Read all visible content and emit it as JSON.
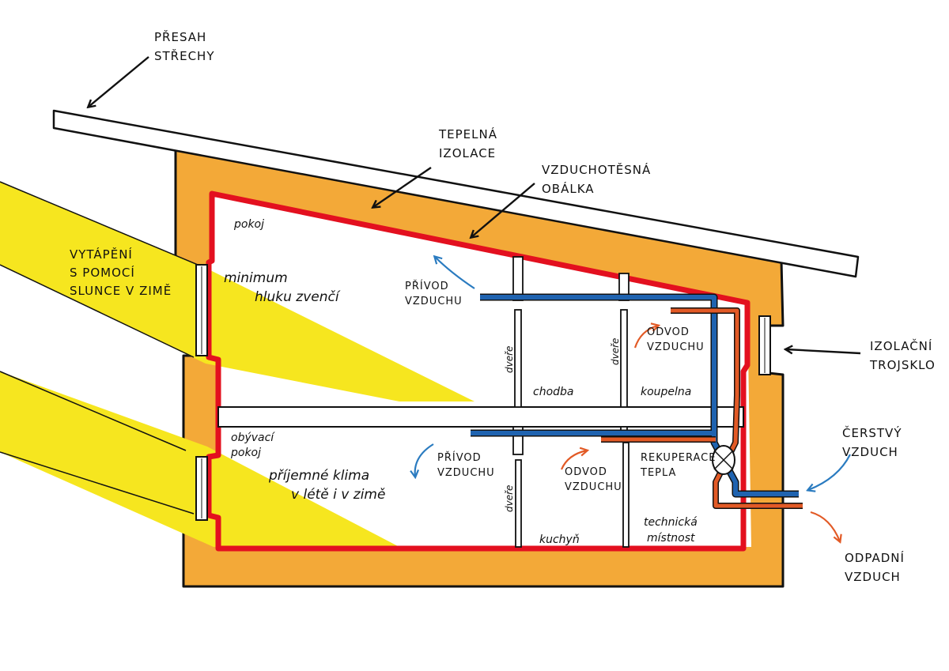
{
  "colors": {
    "insulation": "#F3A938",
    "airtight_envelope": "#E3101F",
    "sunlight": "#F6E61F",
    "supply_air": "#1F63B0",
    "extract_air": "#E25A26",
    "fresh_air_arrow": "#2A7BC0",
    "outline": "#111111"
  },
  "labels": {
    "roof_overhang": [
      "PŘESAH",
      "STŘECHY"
    ],
    "thermal_insulation": [
      "TEPELNÁ",
      "IZOLACE"
    ],
    "airtight_envelope": [
      "VZDUCHOTĚSNÁ",
      "OBÁLKA"
    ],
    "solar_heating": [
      "VYTÁPĚNÍ",
      "S POMOCÍ",
      "SLUNCE V ZIMĚ"
    ],
    "triple_glazing": [
      "IZOLAČNÍ",
      "TROJSKLO"
    ],
    "fresh_air": [
      "ČERSTVÝ",
      "VZDUCH"
    ],
    "exhaust_air": [
      "ODPADNÍ",
      "VZDUCH"
    ],
    "supply_air_upper": [
      "PŘÍVOD",
      "VZDUCHU"
    ],
    "supply_air_lower": [
      "PŘÍVOD",
      "VZDUCHU"
    ],
    "extract_air_upper": [
      "ODVOD",
      "VZDUCHU"
    ],
    "extract_air_lower": [
      "ODVOD",
      "VZDUCHU"
    ],
    "heat_recovery": [
      "REKUPERACE",
      "TEPLA"
    ],
    "low_noise": [
      "minimum",
      "hluku zvenčí"
    ],
    "pleasant_climate": [
      "příjemné klima",
      "v létě i v zimě"
    ]
  },
  "rooms": {
    "room": "pokoj",
    "living_room": [
      "obývací",
      "pokoj"
    ],
    "corridor": "chodba",
    "bathroom": "koupelna",
    "kitchen": "kuchyň",
    "technical_room": [
      "technická",
      "místnost"
    ],
    "door": "dveře"
  },
  "icons": [
    "arrow-icon",
    "curved-arrow-icon",
    "window-icon",
    "ventilation-duct-icon",
    "heat-exchanger-icon"
  ]
}
